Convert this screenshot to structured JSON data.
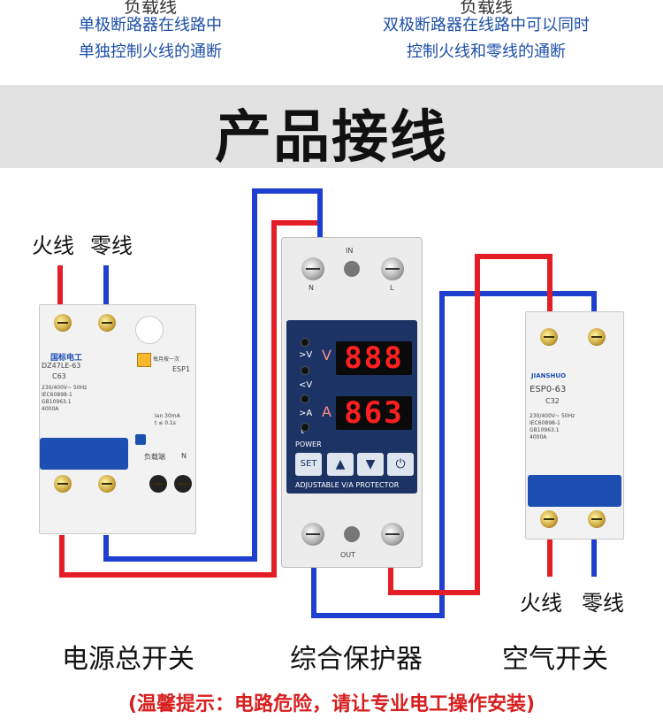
{
  "top_captions": {
    "left_cut": "负载线",
    "right_cut": "负载线",
    "left_line1": "单极断路器在线路中",
    "left_line2": "单独控制火线的通断",
    "right_line1": "双极断路器在线路中可以同时",
    "right_line2": "控制火线和零线的通断"
  },
  "section_title": "产品接线",
  "wire_labels": {
    "live_left": "火线",
    "neutral_left": "零线",
    "live_right": "火线",
    "neutral_right": "零线"
  },
  "device_labels": {
    "main_switch": "电源总开关",
    "protector": "综合保护器",
    "air_switch": "空气开关"
  },
  "warning": "(温馨提示：电路危险，请让专业电工操作安装)",
  "rcbo": {
    "brand": "国标电工",
    "model": "DZ47LE-63",
    "rating": "C63",
    "spec": "230/400V~ 50Hz",
    "std1": "IEC60898-1",
    "std2": "GB10963.1",
    "breaking": "4000A",
    "module_name": "ESP1",
    "module_note": "每月按一次",
    "ian": "Ian 30mA",
    "trip": "t ≤ 0.1s",
    "load_end": "负载端",
    "n_mark": "N"
  },
  "protector": {
    "in_n": "N",
    "in_l": "L",
    "in_label": "IN",
    "out_label": "OUT",
    "v_label": "V",
    "a_label": "A",
    "row1": ">V",
    "row2": "<V",
    "row3": ">A",
    "row4": "t",
    "power": "POWER",
    "set": "SET",
    "up": "▲",
    "down": "▼",
    "power_icon": "⏻",
    "name": "ADJUSTABLE V/A PROTECTOR",
    "display_v": "888",
    "display_a": "863"
  },
  "mcb": {
    "brand": "JIANSHUO",
    "model": "ESP0-63",
    "rating": "C32",
    "spec": "230/400V~ 50Hz",
    "std1": "IEC60898-1",
    "std2": "GB10963.1",
    "breaking": "4000A"
  },
  "colors": {
    "live_wire": "#e41e26",
    "neutral_wire": "#1e3fd0",
    "caption_blue": "#1e4fa8",
    "warning_red": "#d81e1e",
    "title_band": "#e2e2e2"
  }
}
